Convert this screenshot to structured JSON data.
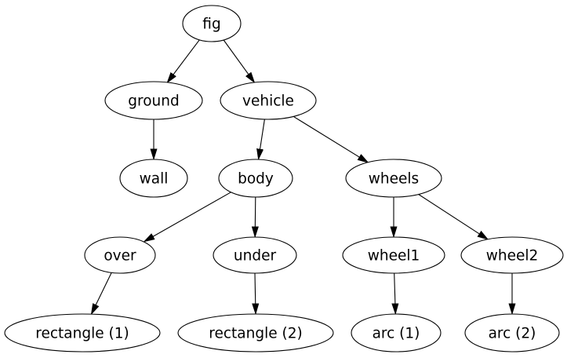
{
  "diagram": {
    "type": "tree-graph",
    "background_color": "#ffffff",
    "node_fill_color": "#ffffff",
    "node_stroke_color": "#000000",
    "edge_color": "#000000",
    "text_color": "#000000",
    "nodes": [
      {
        "id": "fig",
        "label": "fig"
      },
      {
        "id": "ground",
        "label": "ground"
      },
      {
        "id": "vehicle",
        "label": "vehicle"
      },
      {
        "id": "wall",
        "label": "wall"
      },
      {
        "id": "body",
        "label": "body"
      },
      {
        "id": "wheels",
        "label": "wheels"
      },
      {
        "id": "over",
        "label": "over"
      },
      {
        "id": "under",
        "label": "under"
      },
      {
        "id": "wheel1",
        "label": "wheel1"
      },
      {
        "id": "wheel2",
        "label": "wheel2"
      },
      {
        "id": "rectangle1",
        "label": "rectangle (1)"
      },
      {
        "id": "rectangle2",
        "label": "rectangle (2)"
      },
      {
        "id": "arc1",
        "label": "arc (1)"
      },
      {
        "id": "arc2",
        "label": "arc (2)"
      }
    ],
    "edges": [
      {
        "from": "fig",
        "to": "ground"
      },
      {
        "from": "fig",
        "to": "vehicle"
      },
      {
        "from": "ground",
        "to": "wall"
      },
      {
        "from": "vehicle",
        "to": "body"
      },
      {
        "from": "vehicle",
        "to": "wheels"
      },
      {
        "from": "body",
        "to": "over"
      },
      {
        "from": "body",
        "to": "under"
      },
      {
        "from": "wheels",
        "to": "wheel1"
      },
      {
        "from": "wheels",
        "to": "wheel2"
      },
      {
        "from": "over",
        "to": "rectangle1"
      },
      {
        "from": "under",
        "to": "rectangle2"
      },
      {
        "from": "wheel1",
        "to": "arc1"
      },
      {
        "from": "wheel2",
        "to": "arc2"
      }
    ]
  }
}
